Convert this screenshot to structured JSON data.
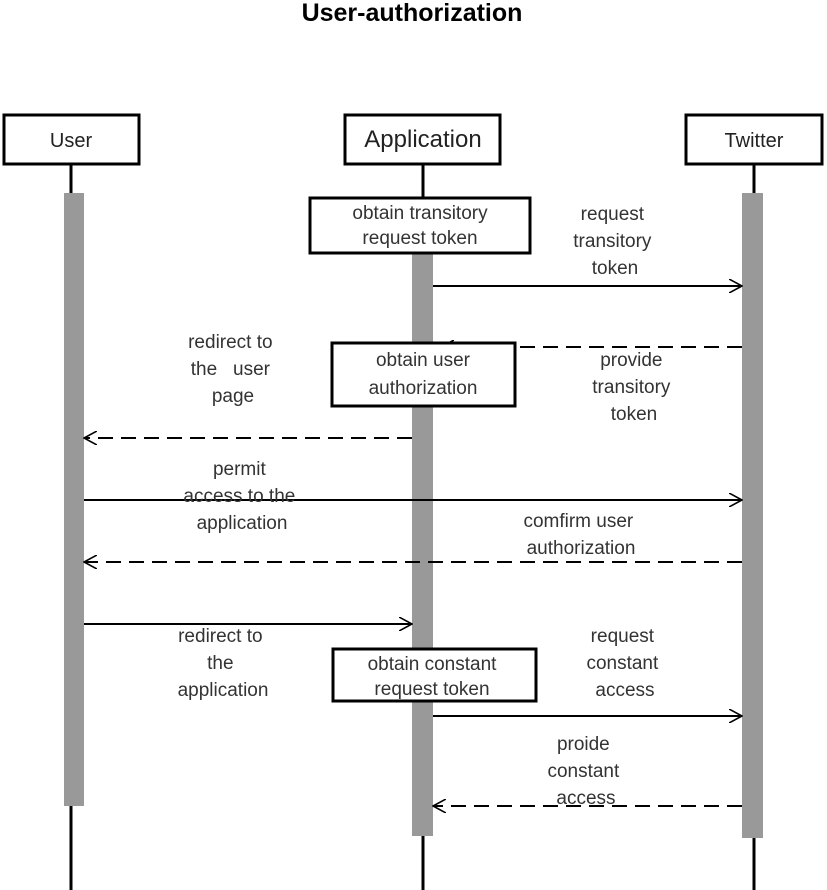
{
  "title": "User-authorization",
  "participants": {
    "user": "User",
    "application": "Application",
    "twitter": "Twitter"
  },
  "activities": {
    "obtain_transitory": [
      "obtain transitory",
      "request token"
    ],
    "obtain_user_auth": [
      "obtain user",
      "authorization"
    ],
    "obtain_constant": [
      "obtain constant",
      "request token"
    ]
  },
  "messages": {
    "request_transitory": [
      "request",
      "transitory",
      "token"
    ],
    "provide_transitory": [
      "provide",
      "transitory",
      "token"
    ],
    "redirect_user_page": [
      "redirect to",
      "the   user",
      "page"
    ],
    "permit_access": [
      "permit",
      "access to the",
      "application"
    ],
    "confirm_user_auth": [
      "comfirm user",
      "authorization"
    ],
    "redirect_application": [
      "redirect to",
      "the",
      "application"
    ],
    "request_constant": [
      "request",
      "constant",
      "access"
    ],
    "provide_constant": [
      "proide",
      "constant",
      "access"
    ]
  },
  "colors": {
    "activation_bar": "#999999",
    "line": "#000000",
    "text": "#333333"
  }
}
